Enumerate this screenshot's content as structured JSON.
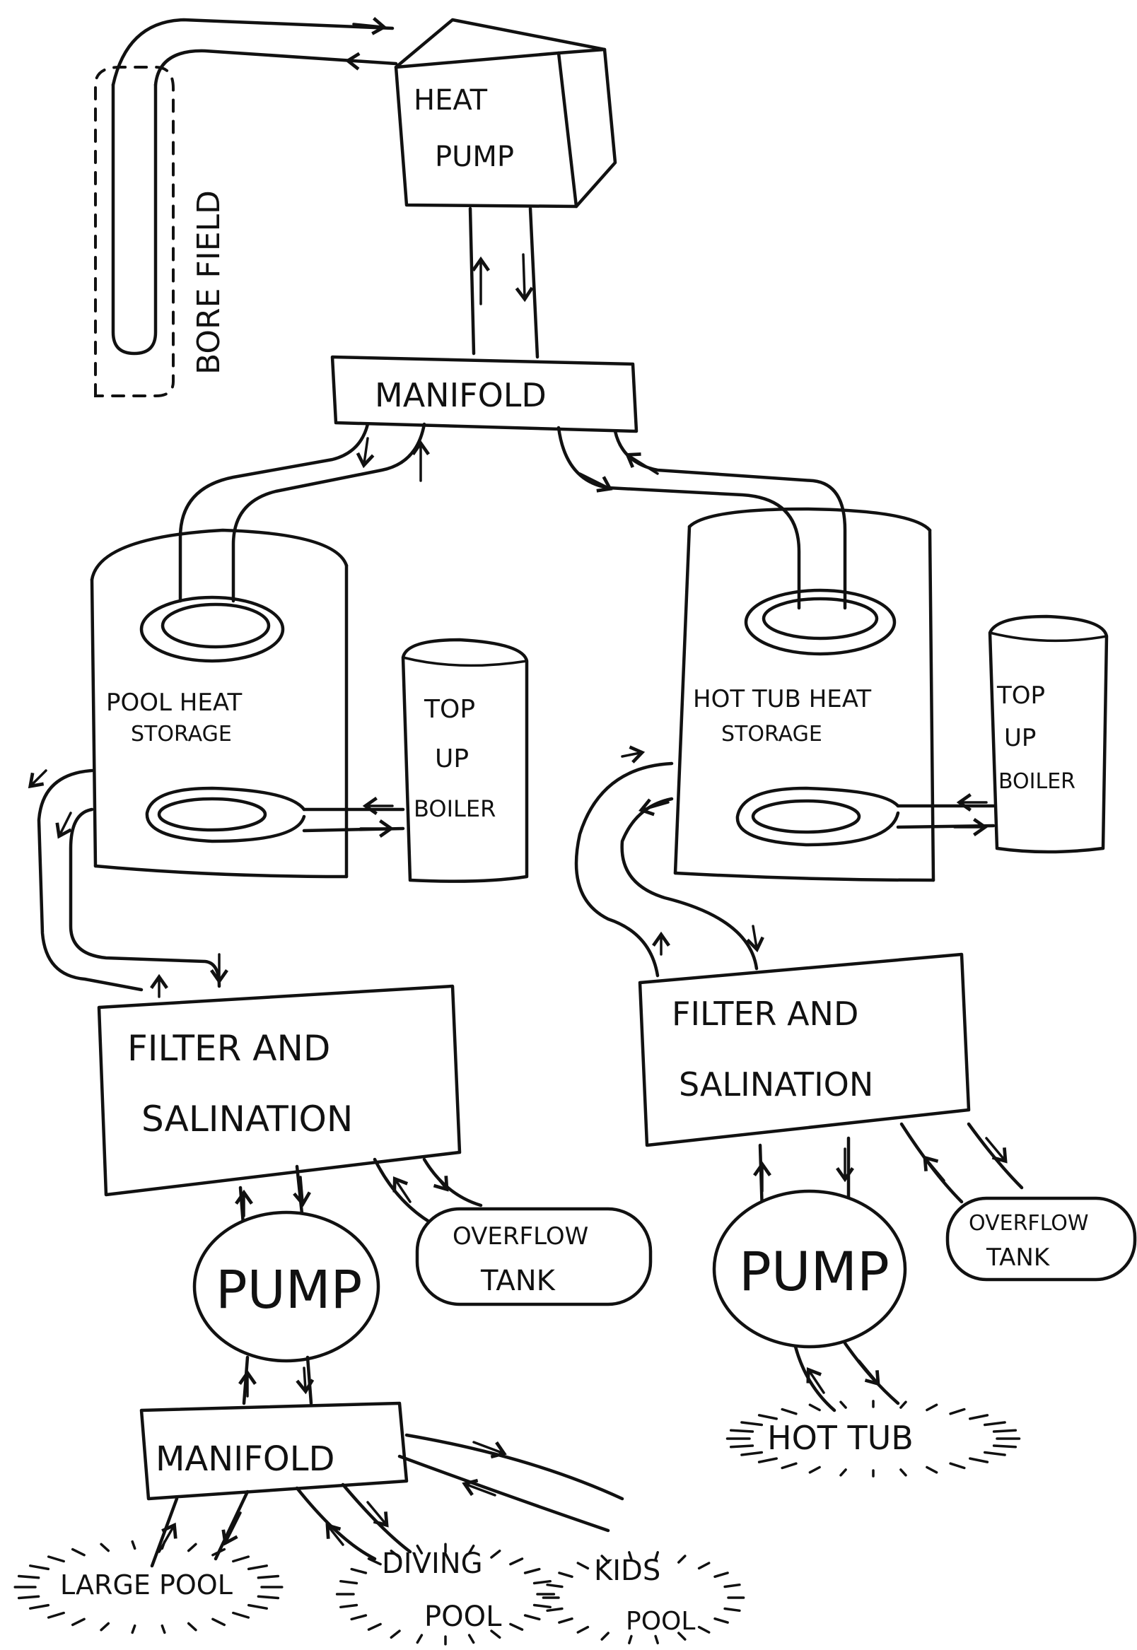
{
  "nodes": {
    "heat_pump": [
      "HEAT",
      "PUMP"
    ],
    "bore_field": "BORE FIELD",
    "manifold_top": "MANIFOLD",
    "pool_storage": [
      "POOL HEAT",
      "STORAGE"
    ],
    "hottub_storage": [
      "HOT TUB HEAT",
      "STORAGE"
    ],
    "top_up_boiler_left": [
      "TOP",
      "UP",
      "BOILER"
    ],
    "top_up_boiler_right": [
      "TOP",
      "UP",
      "BOILER"
    ],
    "filter_left": [
      "FILTER AND",
      "SALINATION"
    ],
    "filter_right": [
      "FILTER AND",
      "SALINATION"
    ],
    "pump_left": "PUMP",
    "pump_right": "PUMP",
    "overflow_left": [
      "OVERFLOW",
      "TANK"
    ],
    "overflow_right": [
      "OVERFLOW",
      "TANK"
    ],
    "manifold_bottom": "MANIFOLD",
    "large_pool": "LARGE POOL",
    "diving_pool": [
      "DIVING",
      "POOL"
    ],
    "kids_pool": [
      "KIDS",
      "POOL"
    ],
    "hot_tub": "HOT TUB"
  }
}
